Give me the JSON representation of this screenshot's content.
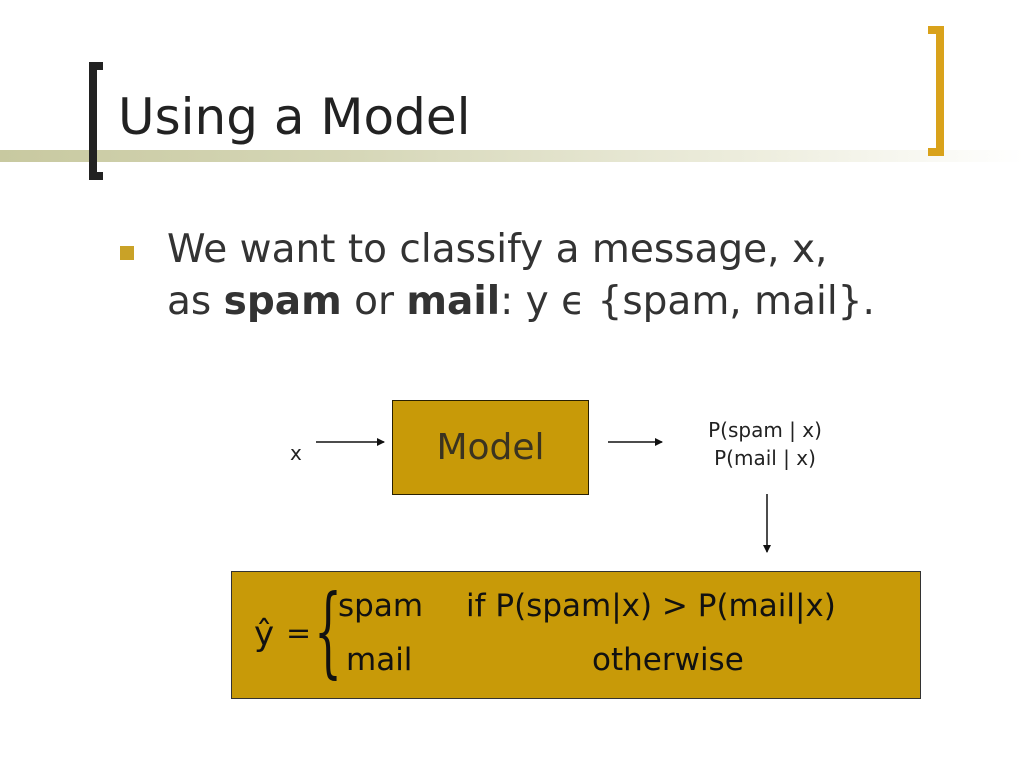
{
  "slide": {
    "title": "Using a Model",
    "bullet": {
      "line1": "We want to classify a message, x,",
      "line2_as": "as ",
      "spam_bold": "spam",
      "line2_or": " or ",
      "mail_bold": "mail",
      "line2_rest": ":  y ϵ {spam, mail}."
    },
    "diagram": {
      "input_label": "x",
      "model_label": "Model",
      "output_line1": "P(spam | x)",
      "output_line2": "P(mail | x)"
    },
    "formula": {
      "lhs": "ŷ",
      "equals": "=",
      "brace": "{",
      "case1_value": "spam",
      "case1_condition": "if P(spam|x) > P(mail|x)",
      "case2_value": "mail",
      "case2_condition": "otherwise"
    }
  },
  "colors": {
    "accent_gold": "#c89a08",
    "bracket_gold": "#d9a21b",
    "bullet_gold": "#c9a227"
  }
}
